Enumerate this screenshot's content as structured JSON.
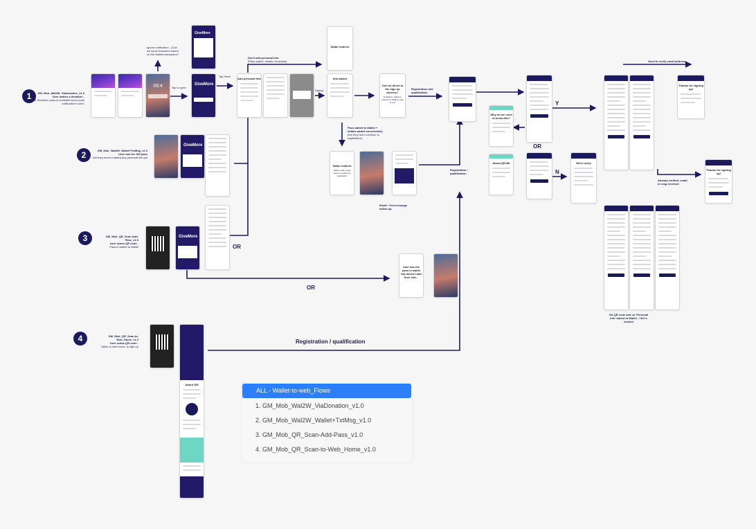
{
  "flows": [
    {
      "num": "1",
      "title": "GM_Mob_Wal2W_ViaDonation_v1.0",
      "subtitle": "User makes a donation -",
      "desc": "The GiveMore pass is available and a push notification is sent."
    },
    {
      "num": "2",
      "title": "GM_Mob_Wal2W_Wallet+TxtMsg_v1.0",
      "subtitle": "User has the GM pass",
      "desc": "But they haven't added any personal info yet"
    },
    {
      "num": "3",
      "title": "GM_Mob_QR_Scan-Add-Pass_v1.0",
      "subtitle": "User scans QR code -",
      "desc": "Pass is added to Wallet"
    },
    {
      "num": "4",
      "title": "GM_Mob_QR_Scan-to-Web_Home_v1.0",
      "subtitle": "User scans QR code -",
      "desc": "Taken to web home, to sign up"
    }
  ],
  "notes": {
    "ignore": "Ignore notification - (Can we send reminders based on the Wallet transaction?",
    "tap_open": "Tap to open",
    "tap_next": "Tap 'Next'",
    "dont_add": "Don't add personal info",
    "dont_add_sub": "(Pass added, details not added)",
    "signup": "Signup",
    "can_we_direct": "Can we direct to the sign up journey?",
    "can_we_direct_sub": "Email/text, Safari to direct from Wallet email or text",
    "reg_qual_1": "Registration and qualification",
    "pass_added": "Pass added to Wallet + details added successfully",
    "pass_added_sub": "(but they don't continue to registration)",
    "email_text": "Email / Text message follow up",
    "reg_qual_2": "Registration / qualification",
    "need_verify": "Need to verify email address",
    "already_verified": "Already verified, email, or msg received",
    "via_qr": "Via QR code and no 'Personal info' added to Wallet - T&C's needed",
    "user_has_pass": "User has the pass in wallet but doesn't add their info...",
    "safari_redirect": "Safari redirect",
    "safari_redirect_sub": "Safari need to see need to continue to registration",
    "add_personal": "Add personal info",
    "info_added": "Info added",
    "why_need": "Why do we need to know this?",
    "about_qr": "About QR-Bit",
    "about_gm": "About GM",
    "were_sorry": "We're sorry",
    "thanks": "Thanks for signing up!",
    "giftmore": "GiveMore",
    "lock_time": "09:4"
  },
  "labels": {
    "or1": "OR",
    "or2": "OR",
    "or3": "OR",
    "y": "Y",
    "n": "N",
    "reg_qual_big": "Registration / qualification"
  },
  "legend": {
    "items": [
      "ALL - Wallet-to-web_Flows",
      "1. GM_Mob_Wal2W_ViaDonation_v1.0",
      "2. GM_Mob_Wal2W_Wallet+TxtMsg_v1.0",
      "3. GM_Mob_QR_Scan-Add-Pass_v1.0",
      "4. GM_Mob_QR_Scan-to-Web_Home_v1.0"
    ],
    "selected_index": 0
  },
  "colors": {
    "navy": "#1b1a5c",
    "accent": "#2d7ff9",
    "teal": "#6fd6c3",
    "purple": "#7a3fd1"
  }
}
